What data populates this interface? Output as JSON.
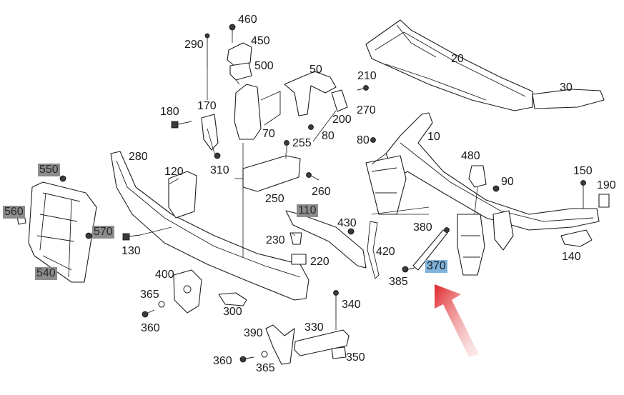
{
  "diagram": {
    "labels": [
      {
        "id": "l460",
        "text": "460",
        "style": "plain"
      },
      {
        "id": "l450",
        "text": "450",
        "style": "plain"
      },
      {
        "id": "l290",
        "text": "290",
        "style": "plain"
      },
      {
        "id": "l500",
        "text": "500",
        "style": "plain"
      },
      {
        "id": "l20",
        "text": "20",
        "style": "plain"
      },
      {
        "id": "l50",
        "text": "50",
        "style": "plain"
      },
      {
        "id": "l210",
        "text": "210",
        "style": "plain"
      },
      {
        "id": "l30",
        "text": "30",
        "style": "plain"
      },
      {
        "id": "l270",
        "text": "270",
        "style": "plain"
      },
      {
        "id": "l170",
        "text": "170",
        "style": "plain"
      },
      {
        "id": "l180",
        "text": "180",
        "style": "plain"
      },
      {
        "id": "l200",
        "text": "200",
        "style": "plain"
      },
      {
        "id": "l70",
        "text": "70",
        "style": "plain"
      },
      {
        "id": "l80a",
        "text": "80",
        "style": "plain"
      },
      {
        "id": "l10",
        "text": "10",
        "style": "plain"
      },
      {
        "id": "l80b",
        "text": "80",
        "style": "plain"
      },
      {
        "id": "l255",
        "text": "255",
        "style": "plain"
      },
      {
        "id": "l280",
        "text": "280",
        "style": "plain"
      },
      {
        "id": "l480",
        "text": "480",
        "style": "plain"
      },
      {
        "id": "l310",
        "text": "310",
        "style": "plain"
      },
      {
        "id": "l150",
        "text": "150",
        "style": "plain"
      },
      {
        "id": "l550",
        "text": "550",
        "style": "gray"
      },
      {
        "id": "l120",
        "text": "120",
        "style": "plain"
      },
      {
        "id": "l90",
        "text": "90",
        "style": "plain"
      },
      {
        "id": "l190",
        "text": "190",
        "style": "plain"
      },
      {
        "id": "l260",
        "text": "260",
        "style": "plain"
      },
      {
        "id": "l250",
        "text": "250",
        "style": "plain"
      },
      {
        "id": "l560",
        "text": "560",
        "style": "gray"
      },
      {
        "id": "l110",
        "text": "110",
        "style": "gray"
      },
      {
        "id": "l430",
        "text": "430",
        "style": "plain"
      },
      {
        "id": "l380",
        "text": "380",
        "style": "plain"
      },
      {
        "id": "l570",
        "text": "570",
        "style": "gray"
      },
      {
        "id": "l230",
        "text": "230",
        "style": "plain"
      },
      {
        "id": "l130",
        "text": "130",
        "style": "plain"
      },
      {
        "id": "l420",
        "text": "420",
        "style": "plain"
      },
      {
        "id": "l140",
        "text": "140",
        "style": "plain"
      },
      {
        "id": "l220",
        "text": "220",
        "style": "plain"
      },
      {
        "id": "l370",
        "text": "370",
        "style": "blue"
      },
      {
        "id": "l540",
        "text": "540",
        "style": "gray"
      },
      {
        "id": "l400",
        "text": "400",
        "style": "plain"
      },
      {
        "id": "l385",
        "text": "385",
        "style": "plain"
      },
      {
        "id": "l365a",
        "text": "365",
        "style": "plain"
      },
      {
        "id": "l340",
        "text": "340",
        "style": "plain"
      },
      {
        "id": "l300",
        "text": "300",
        "style": "plain"
      },
      {
        "id": "l360a",
        "text": "360",
        "style": "plain"
      },
      {
        "id": "l390",
        "text": "390",
        "style": "plain"
      },
      {
        "id": "l330",
        "text": "330",
        "style": "plain"
      },
      {
        "id": "l350",
        "text": "350",
        "style": "plain"
      },
      {
        "id": "l360b",
        "text": "360",
        "style": "plain"
      },
      {
        "id": "l365b",
        "text": "365",
        "style": "plain"
      }
    ],
    "colors": {
      "highlight_gray": "#8c8c8c",
      "highlight_blue": "#7fb3dc",
      "arrow_red": "#e0262b",
      "line": "#1e1e1e"
    },
    "arrow": {
      "icon": "red-pointer-arrow",
      "points_to": "370"
    }
  }
}
